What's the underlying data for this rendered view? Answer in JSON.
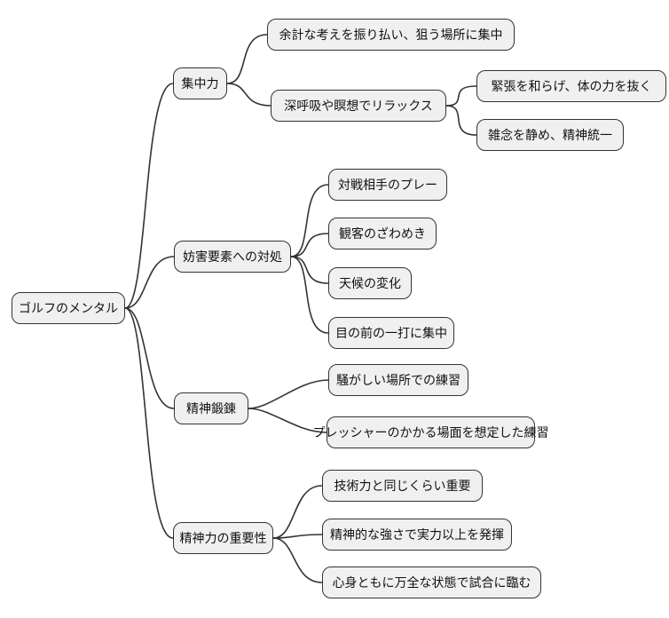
{
  "mindmap": {
    "root": {
      "label": "ゴルフのメンタル",
      "children": [
        {
          "label": "集中力",
          "children": [
            {
              "label": "余計な考えを振り払い、狙う場所に集中"
            },
            {
              "label": "深呼吸や瞑想でリラックス",
              "children": [
                {
                  "label": "緊張を和らげ、体の力を抜く"
                },
                {
                  "label": "雑念を静め、精神統一"
                }
              ]
            }
          ]
        },
        {
          "label": "妨害要素への対処",
          "children": [
            {
              "label": "対戦相手のプレー"
            },
            {
              "label": "観客のざわめき"
            },
            {
              "label": "天候の変化"
            },
            {
              "label": "目の前の一打に集中"
            }
          ]
        },
        {
          "label": "精神鍛錬",
          "children": [
            {
              "label": "騒がしい場所での練習"
            },
            {
              "label": "プレッシャーのかかる場面を想定した練習"
            }
          ]
        },
        {
          "label": "精神力の重要性",
          "children": [
            {
              "label": "技術力と同じくらい重要"
            },
            {
              "label": "精神的な強さで実力以上を発揮"
            },
            {
              "label": "心身ともに万全な状態で試合に臨む"
            }
          ]
        }
      ]
    },
    "colors": {
      "node_fill": "#f0f0f0",
      "node_border": "#333333",
      "connector": "#333333",
      "background": "#ffffff",
      "text": "#111111"
    }
  }
}
